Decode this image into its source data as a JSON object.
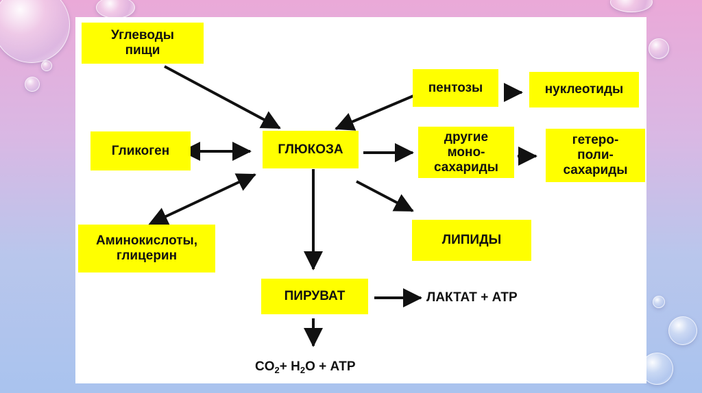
{
  "diagram": {
    "nodes": {
      "food_carbs": "Углеводы\nпищи",
      "glycogen": "Гликоген",
      "glucose": "ГЛЮКОЗА",
      "pentoses": "пентозы",
      "nucleotides": "нуклеотиды",
      "other_mono": "другие\nмоно-\nсахариды",
      "heteropoly": "гетеро-\nполи-\nсахариды",
      "amino": "Аминокислоты,\nглицерин",
      "lipids": "ЛИПИДЫ",
      "pyruvate": "ПИРУВАТ"
    },
    "outputs": {
      "lactate": "ЛАКТАТ + АТР",
      "co2_a": "CO",
      "co2_sub": "2",
      "h2o_a": "+ H",
      "h2o_sub": "2",
      "h2o_b": "O + АТР"
    },
    "colors": {
      "box": "#ffff00",
      "arrow": "#111111",
      "slide": "#ffffff"
    }
  }
}
